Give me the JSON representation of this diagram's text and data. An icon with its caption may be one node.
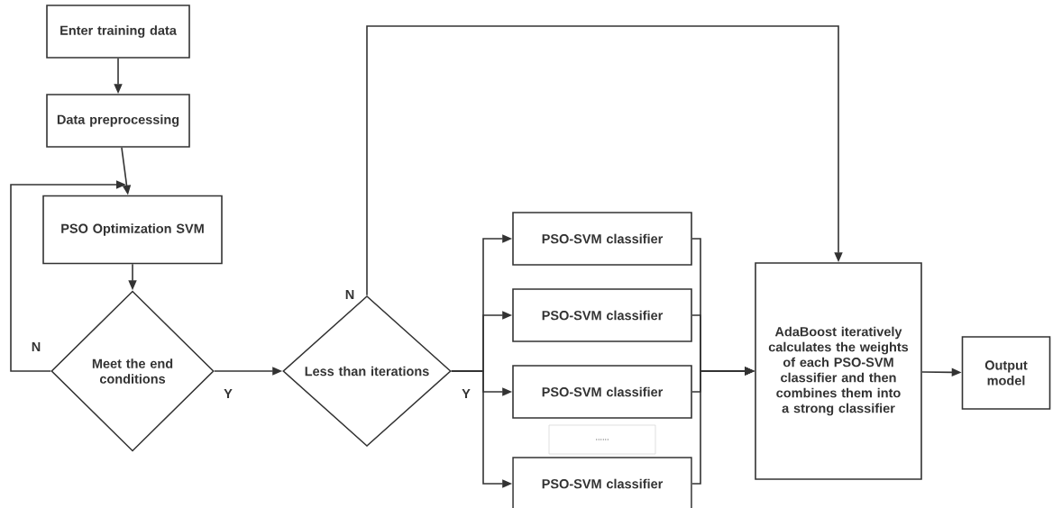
{
  "diagram": {
    "nodes": [
      {
        "text": [
          "Enter training data"
        ]
      },
      {
        "text": [
          "Data preprocessing"
        ]
      },
      {
        "text": [
          "PSO Optimization SVM"
        ]
      },
      {
        "text": [
          "Meet the end conditions"
        ]
      },
      {
        "text": [
          "Less than iterations"
        ]
      },
      {
        "text": [
          "PSO-SVM classifier"
        ]
      },
      {
        "text": [
          "PSO-SVM classifier"
        ]
      },
      {
        "text": [
          "PSO-SVM classifier"
        ]
      },
      {
        "text": [
          "......"
        ]
      },
      {
        "text": [
          "PSO-SVM classifier"
        ]
      },
      {
        "text": [
          "AdaBoost iteratively calculates the weights of each PSO-SVM classifier and then combines them into a strong classifier"
        ]
      },
      {
        "text": [
          "Output model"
        ]
      }
    ],
    "edges": [
      {
        "from": 0,
        "to": 1,
        "arrow": "to"
      },
      {
        "from": 1,
        "to": 2,
        "arrow": "to"
      },
      {
        "from": 2,
        "to": 3,
        "arrow": "to"
      },
      {
        "from": 3,
        "to": 2,
        "arrow": "to",
        "label": "N"
      },
      {
        "from": 3,
        "to": 4,
        "arrow": "to",
        "label": "Y"
      },
      {
        "from": 4,
        "to": 10,
        "arrow": "to",
        "label": "N"
      },
      {
        "from": 4,
        "to": 5,
        "arrow": "to",
        "label": "Y"
      },
      {
        "from": 4,
        "to": 6,
        "arrow": "to"
      },
      {
        "from": 4,
        "to": 7,
        "arrow": "to"
      },
      {
        "from": 4,
        "to": 9,
        "arrow": "to"
      },
      {
        "from": 5,
        "to": 10,
        "arrow": "to"
      },
      {
        "from": 6,
        "to": 10,
        "arrow": "to"
      },
      {
        "from": 7,
        "to": 10,
        "arrow": "to"
      },
      {
        "from": 9,
        "to": 10,
        "arrow": "to"
      },
      {
        "from": 10,
        "to": 11,
        "arrow": "to"
      }
    ]
  }
}
